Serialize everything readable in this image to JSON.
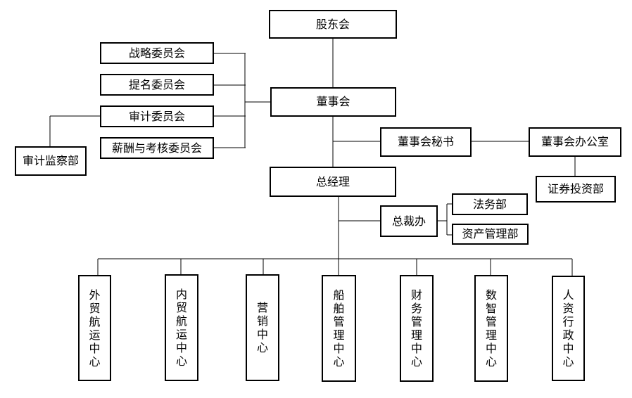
{
  "diagram": {
    "type": "org-chart",
    "background_color": "#ffffff",
    "line_color": "#000000",
    "box_border_color": "#000000",
    "nodes": {
      "shareholders": {
        "label": "股东会"
      },
      "board": {
        "label": "董事会"
      },
      "strategy_committee": {
        "label": "战略委员会"
      },
      "nomination_committee": {
        "label": "提名委员会"
      },
      "audit_committee": {
        "label": "审计委员会"
      },
      "compensation_committee": {
        "label": "薪酬与考核委员会"
      },
      "audit_supervision_dept": {
        "label": "审计监察部"
      },
      "board_secretary": {
        "label": "董事会秘书"
      },
      "board_office": {
        "label": "董事会办公室"
      },
      "securities_investment_dept": {
        "label": "证券投资部"
      },
      "general_manager": {
        "label": "总经理"
      },
      "president_office": {
        "label": "总裁办"
      },
      "legal_dept": {
        "label": "法务部"
      },
      "asset_management_dept": {
        "label": "资产管理部"
      },
      "center_foreign_trade_shipping": {
        "label": "外贸航运中心"
      },
      "center_domestic_trade_shipping": {
        "label": "内贸航运中心"
      },
      "center_marketing": {
        "label": "营销中心"
      },
      "center_ship_management": {
        "label": "船舶管理中心"
      },
      "center_finance_management": {
        "label": "财务管理中心"
      },
      "center_digital_management": {
        "label": "数智管理中心"
      },
      "center_hr_admin": {
        "label": "人资行政中心"
      }
    }
  }
}
